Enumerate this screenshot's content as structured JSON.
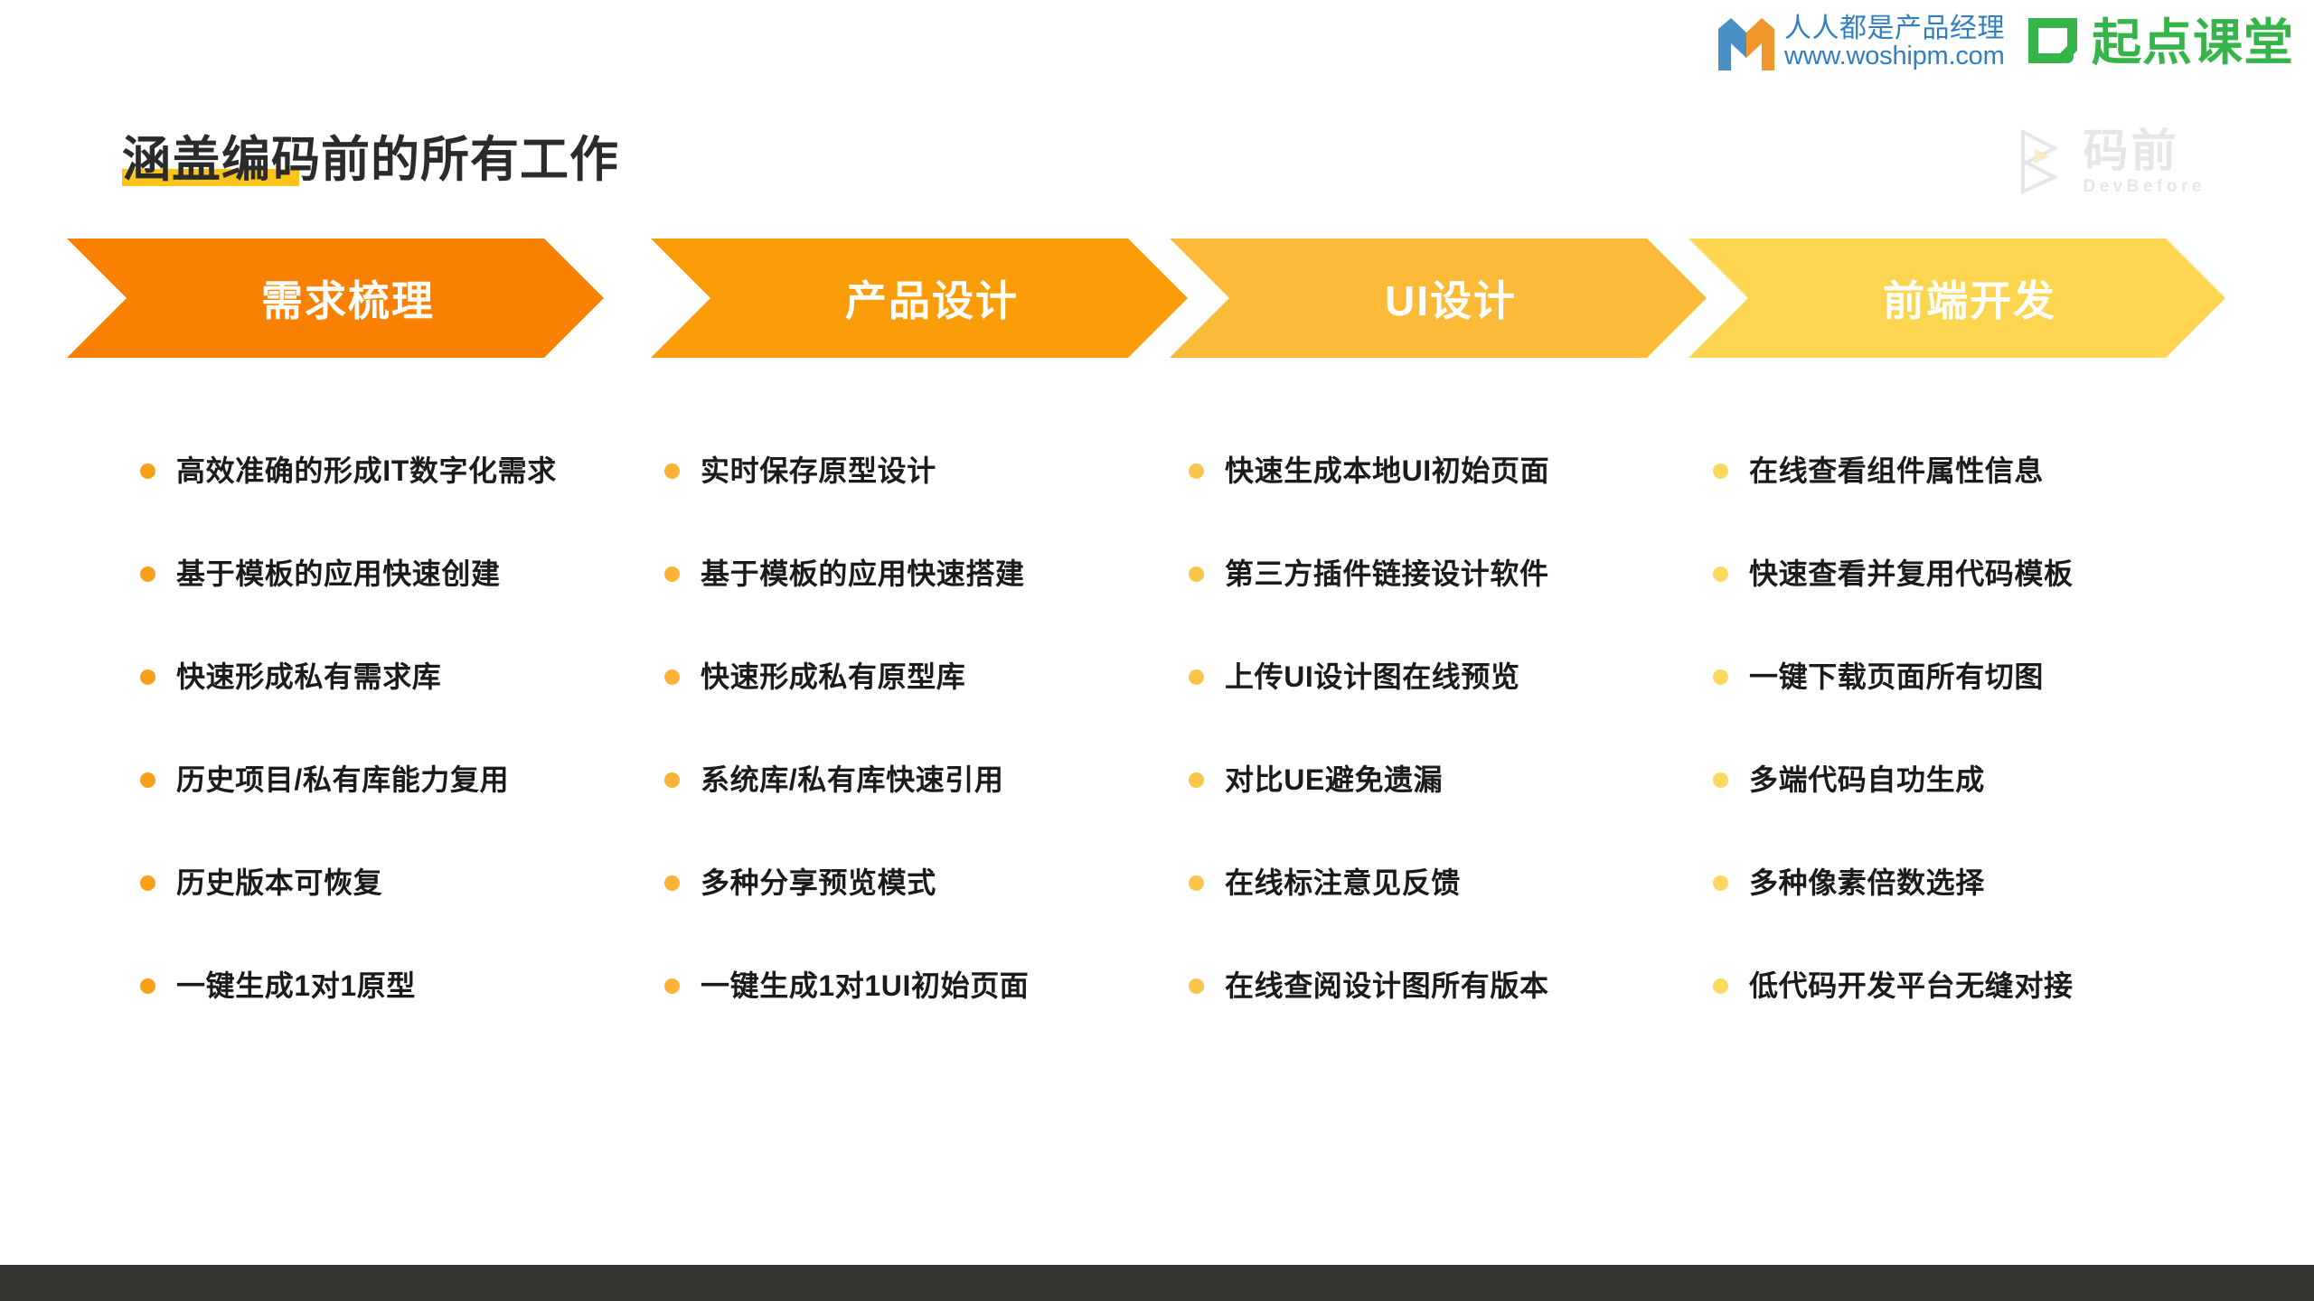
{
  "slide": {
    "title": "涵盖编码前的所有工作",
    "title_highlight_chars": "涵盖编",
    "background_color": "#ffffff",
    "bottom_bar_color": "#333330",
    "highlight_color": "#fcc419"
  },
  "brand": {
    "woshipm": {
      "name_cn": "人人都是产品经理",
      "url": "www.woshipm.com",
      "color": "#2f7fc1",
      "mark_colors": [
        "#4a90c4",
        "#f0962b"
      ]
    },
    "qidian": {
      "name": "起点课堂",
      "color": "#35b44a"
    }
  },
  "watermark": {
    "name_cn": "码前",
    "name_en": "DevBefore",
    "color": "#e6e6e6"
  },
  "stages": [
    {
      "label": "需求梳理",
      "color": "#f98000",
      "bullet_color": "#f9a01b"
    },
    {
      "label": "产品设计",
      "color": "#fb9d09",
      "bullet_color": "#fbb237"
    },
    {
      "label": "UI设计",
      "color": "#fbbb39",
      "bullet_color": "#fbc44a"
    },
    {
      "label": "前端开发",
      "color": "#fcd551",
      "bullet_color": "#fbd85f"
    }
  ],
  "columns": [
    {
      "stage": "需求梳理",
      "items": [
        "高效准确的形成IT数字化需求",
        "基于模板的应用快速创建",
        "快速形成私有需求库",
        "历史项目/私有库能力复用",
        "历史版本可恢复",
        "一键生成1对1原型"
      ]
    },
    {
      "stage": "产品设计",
      "items": [
        "实时保存原型设计",
        "基于模板的应用快速搭建",
        "快速形成私有原型库",
        "系统库/私有库快速引用",
        "多种分享预览模式",
        "一键生成1对1UI初始页面"
      ]
    },
    {
      "stage": "UI设计",
      "items": [
        "快速生成本地UI初始页面",
        "第三方插件链接设计软件",
        "上传UI设计图在线预览",
        "对比UE避免遗漏",
        "在线标注意见反馈",
        "在线查阅设计图所有版本"
      ]
    },
    {
      "stage": "前端开发",
      "items": [
        "在线查看组件属性信息",
        "快速查看并复用代码模板",
        "一键下载页面所有切图",
        "多端代码自功生成",
        "多种像素倍数选择",
        "低代码开发平台无缝对接"
      ]
    }
  ]
}
